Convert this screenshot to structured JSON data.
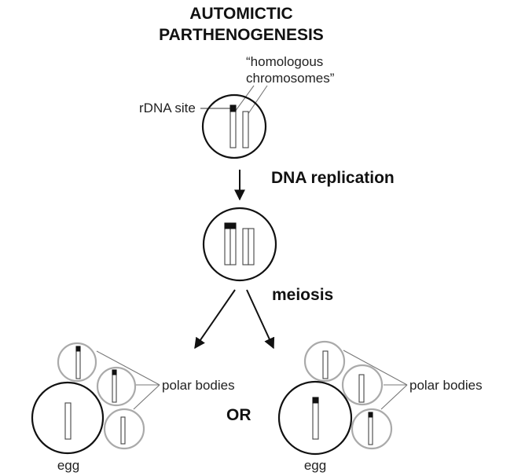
{
  "title": {
    "line1": "AUTOMICTIC",
    "line2": "PARTHENOGENESIS"
  },
  "labels": {
    "homologous_line1": "“homologous",
    "homologous_line2": "chromosomes”",
    "rdna_site": "rDNA site",
    "dna_replication": "DNA replication",
    "meiosis": "meiosis",
    "or": "OR",
    "polar_bodies_left": "polar bodies",
    "polar_bodies_right": "polar bodies",
    "egg_left": "egg",
    "egg_right": "egg"
  },
  "stages": {
    "initial_cell": {
      "chromosomes": [
        {
          "name": "homolog-1",
          "has_rdna": true
        },
        {
          "name": "homolog-2",
          "has_rdna": false
        }
      ]
    },
    "replicated_cell": {
      "chromosomes": [
        {
          "name": "homolog-1-chromatid-a",
          "has_rdna": true
        },
        {
          "name": "homolog-1-chromatid-b",
          "has_rdna": true
        },
        {
          "name": "homolog-2-chromatid-a",
          "has_rdna": false
        },
        {
          "name": "homolog-2-chromatid-b",
          "has_rdna": false
        }
      ]
    },
    "outcome_left": {
      "egg_has_rdna": false,
      "polar_bodies_rdna": [
        true,
        true,
        false
      ]
    },
    "outcome_right": {
      "egg_has_rdna": true,
      "polar_bodies_rdna": [
        false,
        false,
        true
      ]
    }
  },
  "colors": {
    "main_cell": "#111111",
    "polar_body": "#aaaaaa",
    "rdna": "#111111"
  }
}
